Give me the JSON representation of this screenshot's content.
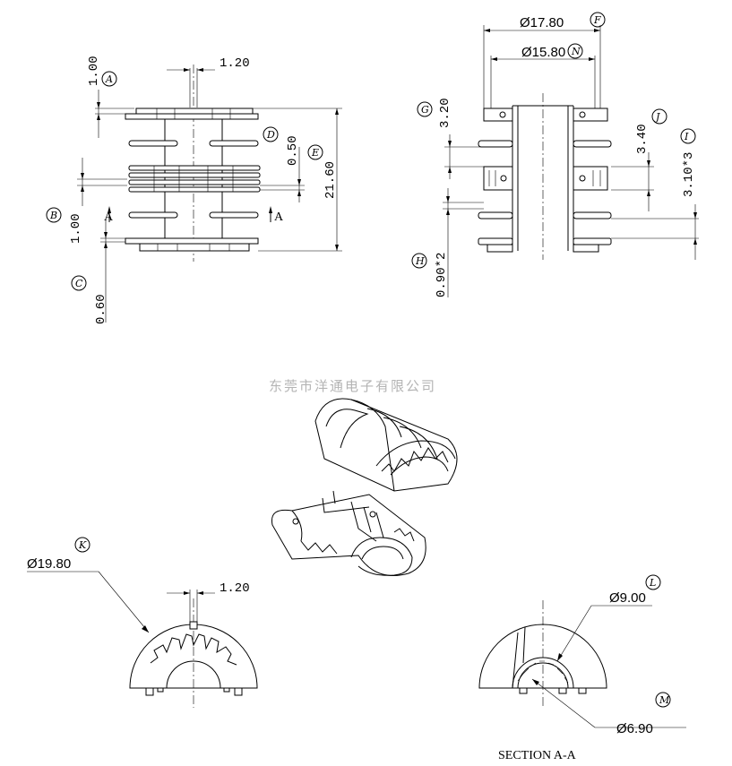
{
  "watermark": "东莞市洋通电子有限公司",
  "section_label": "SECTION A-A",
  "section_marker": "A",
  "dimensions": {
    "front_slot": "1.20",
    "front_a": "1.00",
    "front_b": "1.00",
    "front_c": "0.60",
    "front_d": "0.50",
    "front_e": "21.60",
    "side_f": "Ø17.80",
    "side_n": "Ø15.80",
    "side_g": "3.20",
    "side_h": "0.90*2",
    "side_j": "3.40",
    "side_i": "3.10*3",
    "bottom_k": "Ø19.80",
    "bottom_slot": "1.20",
    "section_l": "Ø9.00",
    "section_m": "Ø6.90"
  },
  "tags": [
    "A",
    "B",
    "C",
    "D",
    "E",
    "F",
    "N",
    "G",
    "H",
    "J",
    "I",
    "K",
    "L",
    "M"
  ]
}
